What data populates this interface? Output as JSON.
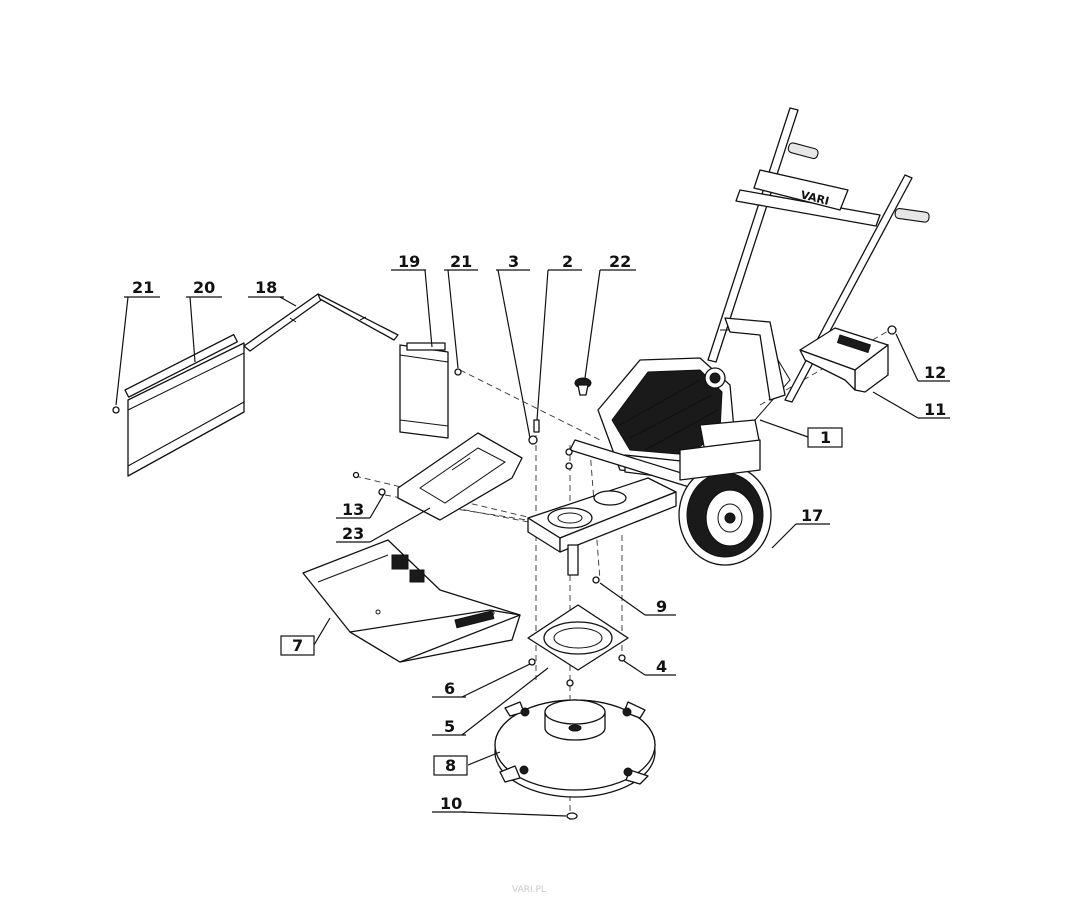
{
  "callouts": [
    {
      "id": "c21a",
      "text": "21",
      "boxed": false
    },
    {
      "id": "c20",
      "text": "20",
      "boxed": false
    },
    {
      "id": "c18",
      "text": "18",
      "boxed": false
    },
    {
      "id": "c19",
      "text": "19",
      "boxed": false
    },
    {
      "id": "c21b",
      "text": "21",
      "boxed": false
    },
    {
      "id": "c3",
      "text": "3",
      "boxed": false
    },
    {
      "id": "c2",
      "text": "2",
      "boxed": false
    },
    {
      "id": "c22",
      "text": "22",
      "boxed": false
    },
    {
      "id": "c12",
      "text": "12",
      "boxed": false
    },
    {
      "id": "c11",
      "text": "11",
      "boxed": false
    },
    {
      "id": "c1",
      "text": "1",
      "boxed": true
    },
    {
      "id": "c13",
      "text": "13",
      "boxed": false
    },
    {
      "id": "c23",
      "text": "23",
      "boxed": false
    },
    {
      "id": "c17",
      "text": "17",
      "boxed": false
    },
    {
      "id": "c9",
      "text": "9",
      "boxed": false
    },
    {
      "id": "c7",
      "text": "7",
      "boxed": true
    },
    {
      "id": "c4",
      "text": "4",
      "boxed": false
    },
    {
      "id": "c6",
      "text": "6",
      "boxed": false
    },
    {
      "id": "c5",
      "text": "5",
      "boxed": false
    },
    {
      "id": "c8",
      "text": "8",
      "boxed": true
    },
    {
      "id": "c10",
      "text": "10",
      "boxed": false
    }
  ],
  "brand": {
    "handle_logo": "VARI",
    "watermark": "VARI.PL"
  }
}
